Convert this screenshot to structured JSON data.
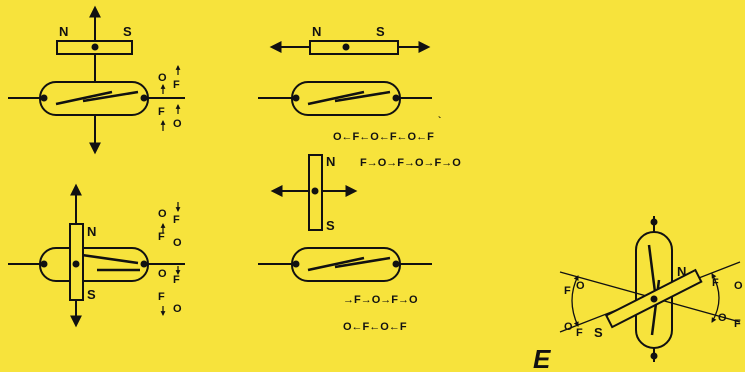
{
  "colors": {
    "background": "#f7e33c",
    "ink": "#111111",
    "yellow": "#f7e33c"
  },
  "magnet_poles": {
    "north": "N",
    "south": "S"
  },
  "switch_states": {
    "open": "O",
    "closed": "F"
  },
  "sequences": {
    "seq_1": "O←F←O←F←O←F",
    "seq_2": "F→O→F→O→F→O",
    "seq_3": "→F→O→F→O",
    "seq_4": "O←F←O←F"
  },
  "figure_marks": {
    "stray_mark": "`",
    "letter_e": "E"
  }
}
